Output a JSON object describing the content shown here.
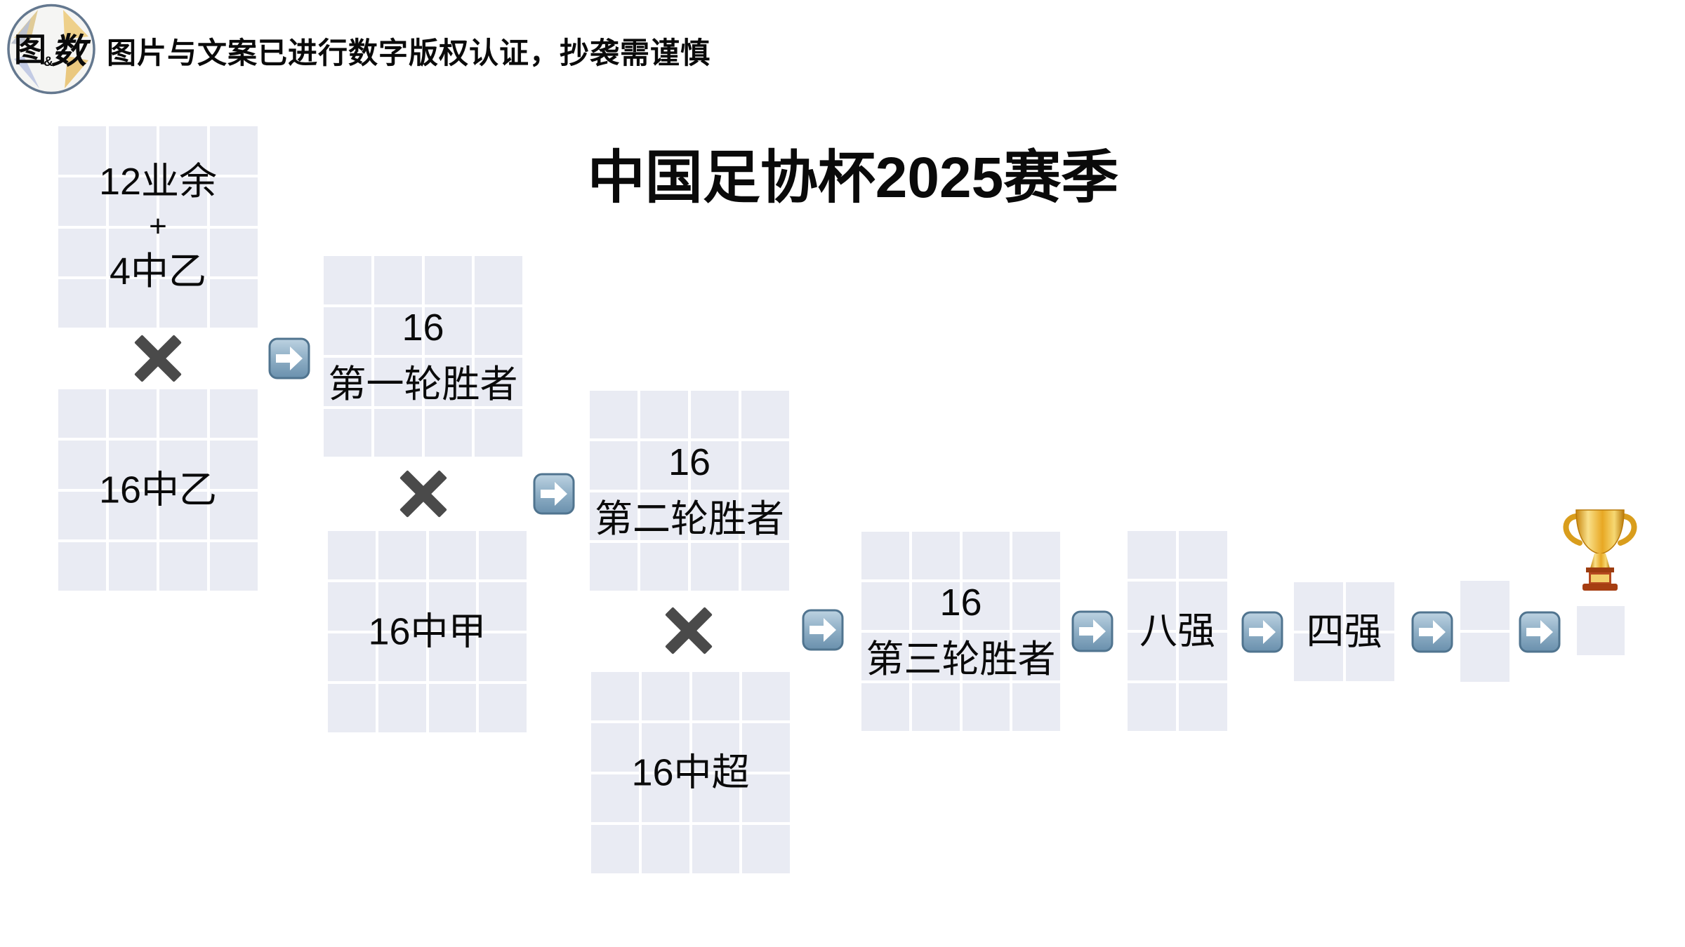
{
  "header": {
    "logo": {
      "left_char": "图",
      "amp": "&",
      "right_char": "数"
    },
    "notice": "图片与文案已进行数字版权认证，抄袭需谨慎"
  },
  "title": "中国足协杯2025赛季",
  "blocks": {
    "amateur": {
      "line1": "12业余",
      "line2": "+",
      "line3": "4中乙",
      "cells": 16
    },
    "league_two": {
      "label": "16中乙",
      "cells": 16
    },
    "round1": {
      "line1": "16",
      "line2": "第一轮胜者",
      "cells": 16
    },
    "league_one": {
      "label": "16中甲",
      "cells": 16
    },
    "round2": {
      "line1": "16",
      "line2": "第二轮胜者",
      "cells": 16
    },
    "super_league": {
      "label": "16中超",
      "cells": 16
    },
    "round3": {
      "line1": "16",
      "line2": "第三轮胜者",
      "cells": 16
    },
    "quarterfinals": {
      "label": "八强",
      "cells": 8
    },
    "semifinals": {
      "label": "四强",
      "cells": 4
    },
    "final": {
      "cells": 2
    },
    "champion": {
      "cells": 1
    }
  },
  "icons": {
    "versus": "heavy-multiplication-x",
    "advance": "right-arrow-button",
    "champion": "trophy"
  },
  "colors": {
    "cell_fill": "#e9ebf3",
    "versus_x": "#4a4a4a",
    "arrow_top": "#bdd3e2",
    "arrow_bottom": "#6a90ad",
    "arrow_border": "#50748f",
    "trophy_gold": "#e8a823",
    "trophy_base": "#b5491f",
    "logo_ring": "#64788f"
  }
}
